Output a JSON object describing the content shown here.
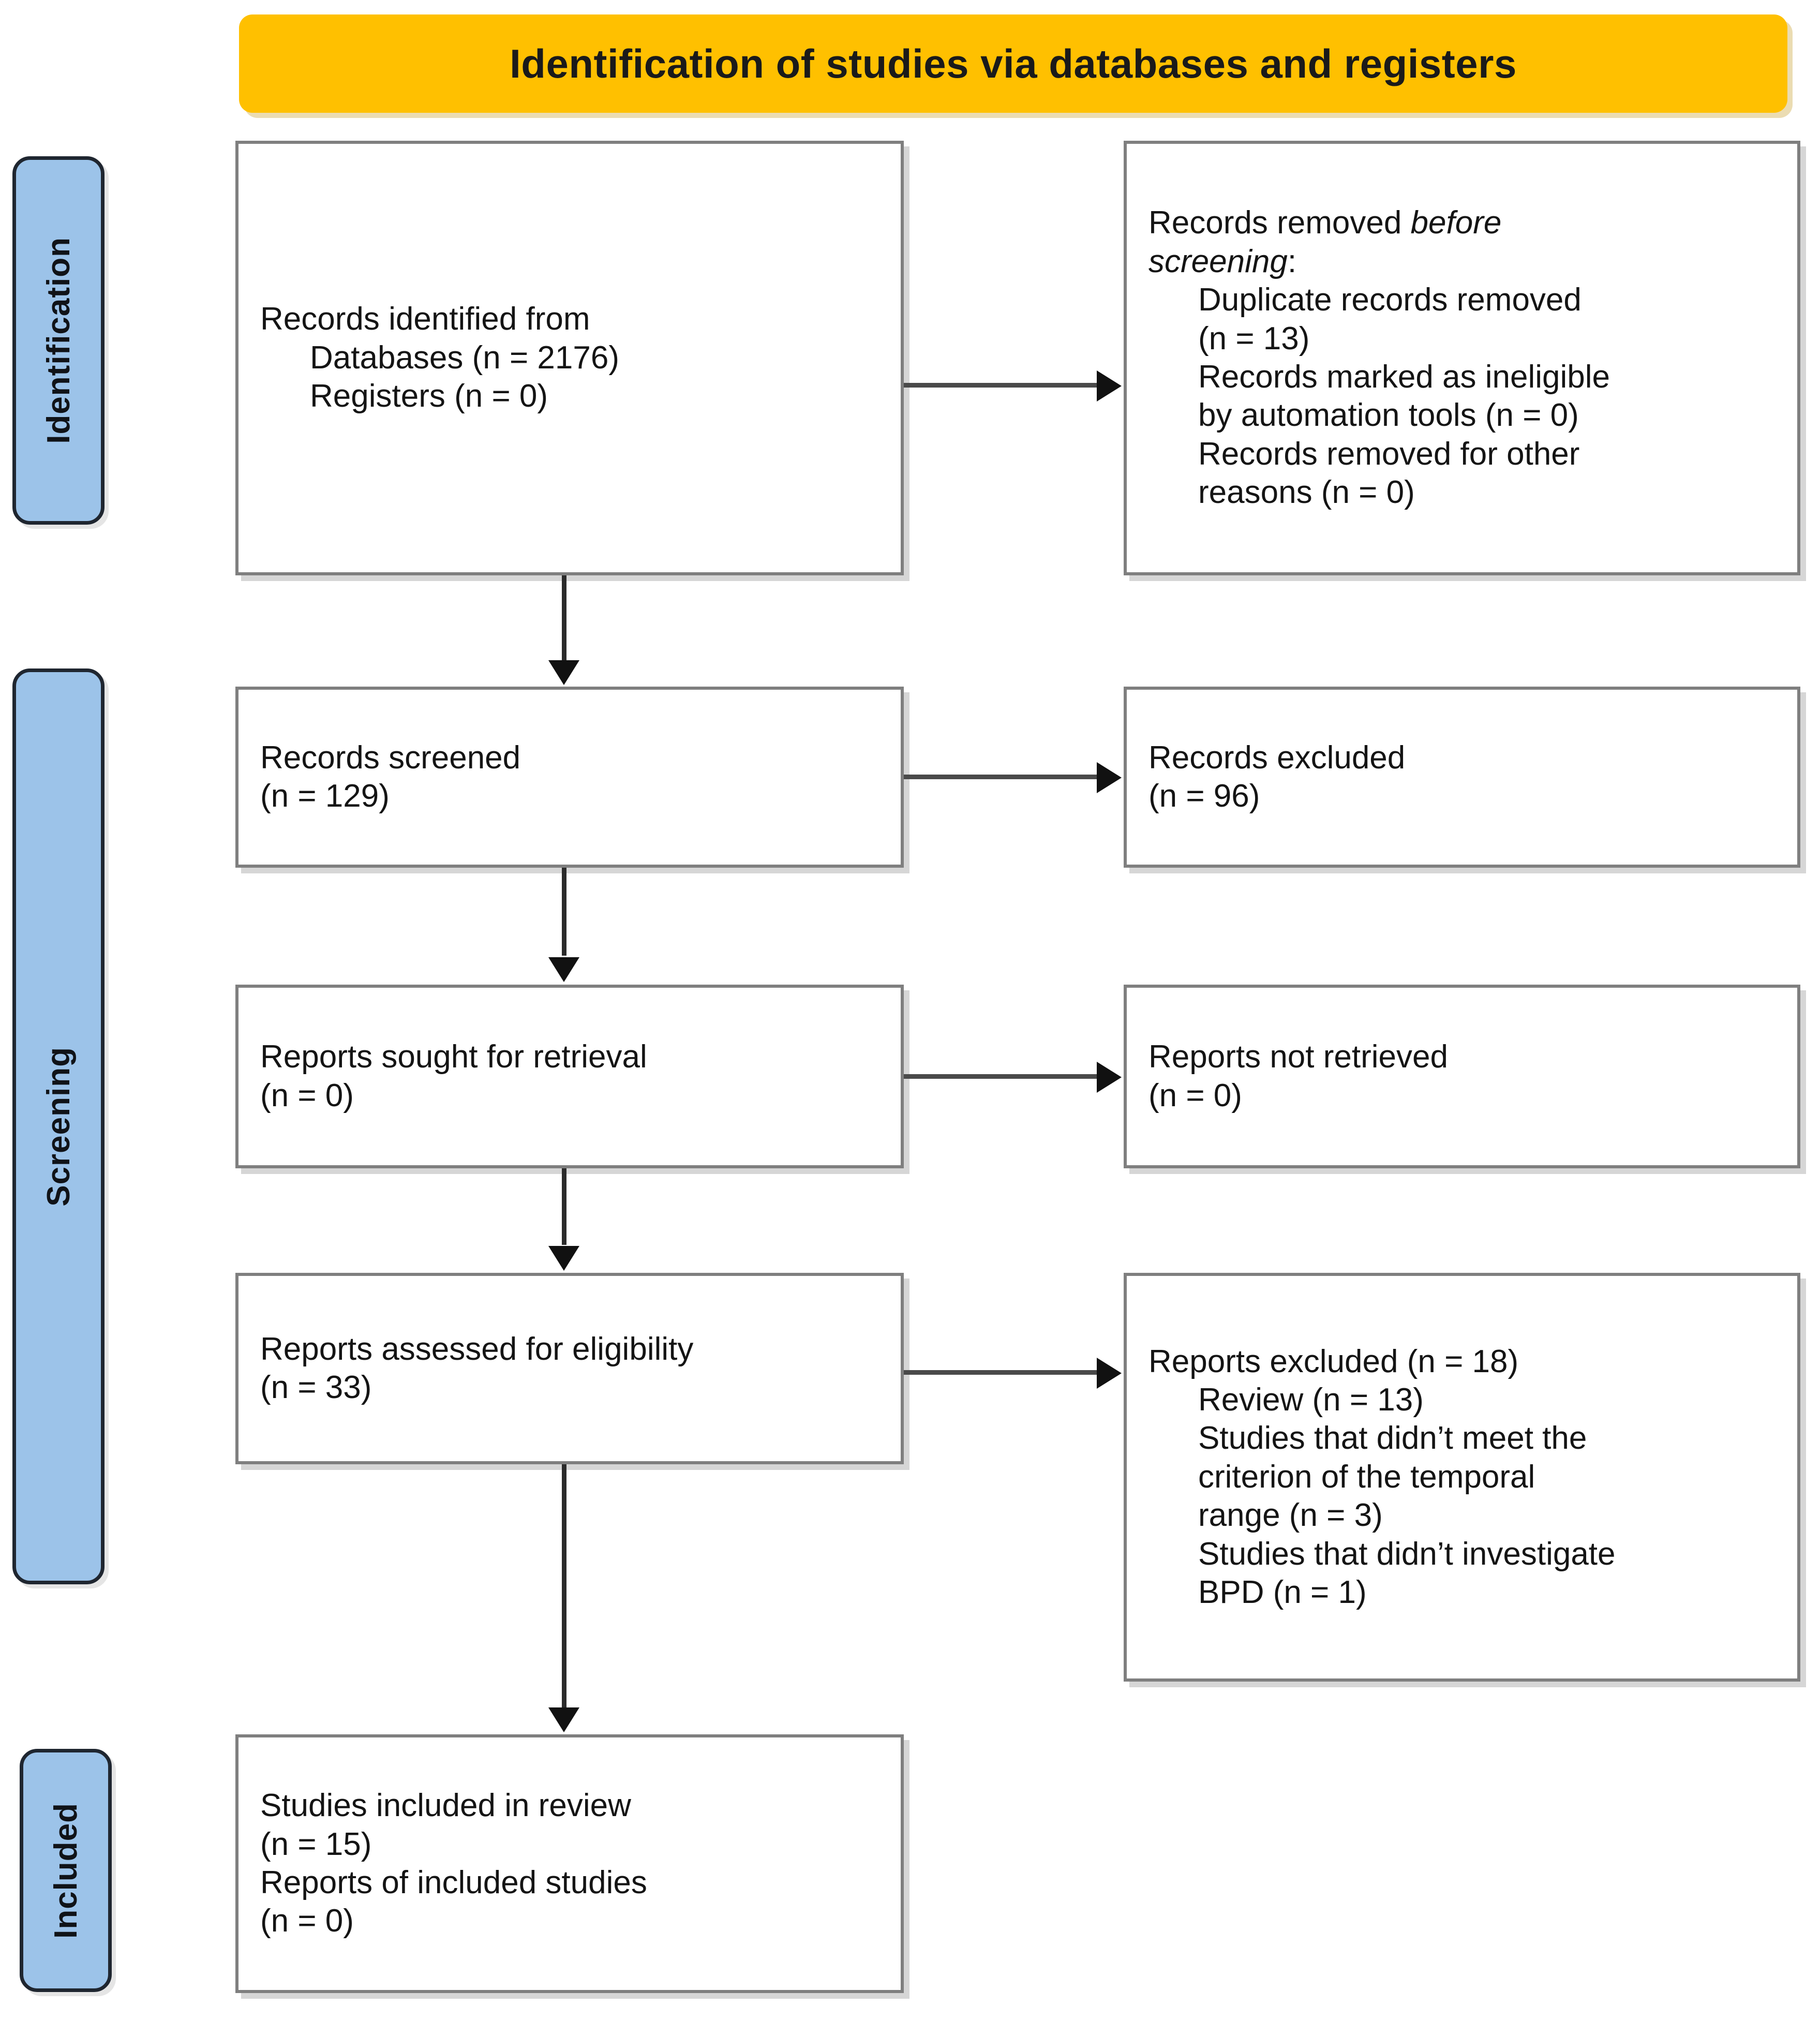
{
  "header": {
    "title": "Identification of studies via databases and registers"
  },
  "stages": [
    {
      "id": "identification",
      "label": "Identification"
    },
    {
      "id": "screening",
      "label": "Screening"
    },
    {
      "id": "included",
      "label": "Included"
    }
  ],
  "boxes": {
    "identified": {
      "line1": "Records identified from",
      "line2": "Databases (n = 2176)",
      "line3": "Registers (n = 0)"
    },
    "removed": {
      "line1_pre": "Records removed ",
      "line1_em": "before",
      "line2_em": "screening",
      "line2_post": ":",
      "line3": "Duplicate records removed",
      "line4": "(n = 13)",
      "line5": "Records marked as ineligible",
      "line6": "by automation tools (n = 0)",
      "line7": "Records removed for other",
      "line8": "reasons (n = 0)"
    },
    "screened": {
      "line1": "Records screened",
      "line2": "(n = 129)"
    },
    "records_excluded": {
      "line1": "Records excluded",
      "line2": "(n = 96)"
    },
    "sought": {
      "line1": "Reports sought for retrieval",
      "line2": "(n = 0)"
    },
    "not_retrieved": {
      "line1": "Reports not retrieved",
      "line2": "(n = 0)"
    },
    "assessed": {
      "line1": "Reports assessed for eligibility",
      "line2": "(n = 33)"
    },
    "reports_excluded": {
      "line1": "Reports excluded (n = 18)",
      "line2": "Review (n = 13)",
      "line3": "Studies that didn’t meet the",
      "line4": "criterion of the temporal",
      "line5": "range (n = 3)",
      "line6": "Studies that didn’t investigate",
      "line7": "BPD (n = 1)"
    },
    "included": {
      "line1": "Studies included in review",
      "line2": "(n = 15)",
      "line3": "Reports of included studies",
      "line4": "(n = 0)"
    }
  },
  "colors": {
    "header_background": "#FFC000",
    "stage_background": "#9CC3E9",
    "stage_border": "#1f2630",
    "box_border": "#7f7f7f",
    "connector": "#2b2b2b",
    "text": "#141414"
  },
  "chart_data": {
    "type": "diagram",
    "title": "Identification of studies via databases and registers",
    "nodes": [
      {
        "id": "identified",
        "stage": "Identification",
        "label": "Records identified from Databases (n = 2176); Registers (n = 0)",
        "n": 2176
      },
      {
        "id": "removed",
        "stage": "Identification",
        "label": "Records removed before screening",
        "duplicates": 13,
        "ineligible_automation": 0,
        "other_reasons": 0
      },
      {
        "id": "screened",
        "stage": "Screening",
        "label": "Records screened",
        "n": 129
      },
      {
        "id": "records_excluded",
        "stage": "Screening",
        "label": "Records excluded",
        "n": 96
      },
      {
        "id": "sought",
        "stage": "Screening",
        "label": "Reports sought for retrieval",
        "n": 0
      },
      {
        "id": "not_retrieved",
        "stage": "Screening",
        "label": "Reports not retrieved",
        "n": 0
      },
      {
        "id": "assessed",
        "stage": "Screening",
        "label": "Reports assessed for eligibility",
        "n": 33
      },
      {
        "id": "reports_excluded",
        "stage": "Screening",
        "label": "Reports excluded",
        "n": 18,
        "reasons": [
          {
            "reason": "Review",
            "n": 13
          },
          {
            "reason": "Studies that didn’t meet the criterion of the temporal range",
            "n": 3
          },
          {
            "reason": "Studies that didn’t investigate BPD",
            "n": 1
          }
        ]
      },
      {
        "id": "included",
        "stage": "Included",
        "label": "Studies included in review",
        "studies": 15,
        "reports": 0
      }
    ],
    "edges": [
      {
        "from": "identified",
        "to": "removed",
        "direction": "right"
      },
      {
        "from": "identified",
        "to": "screened",
        "direction": "down"
      },
      {
        "from": "screened",
        "to": "records_excluded",
        "direction": "right"
      },
      {
        "from": "screened",
        "to": "sought",
        "direction": "down"
      },
      {
        "from": "sought",
        "to": "not_retrieved",
        "direction": "right"
      },
      {
        "from": "sought",
        "to": "assessed",
        "direction": "down"
      },
      {
        "from": "assessed",
        "to": "reports_excluded",
        "direction": "right"
      },
      {
        "from": "assessed",
        "to": "included",
        "direction": "down"
      }
    ]
  }
}
